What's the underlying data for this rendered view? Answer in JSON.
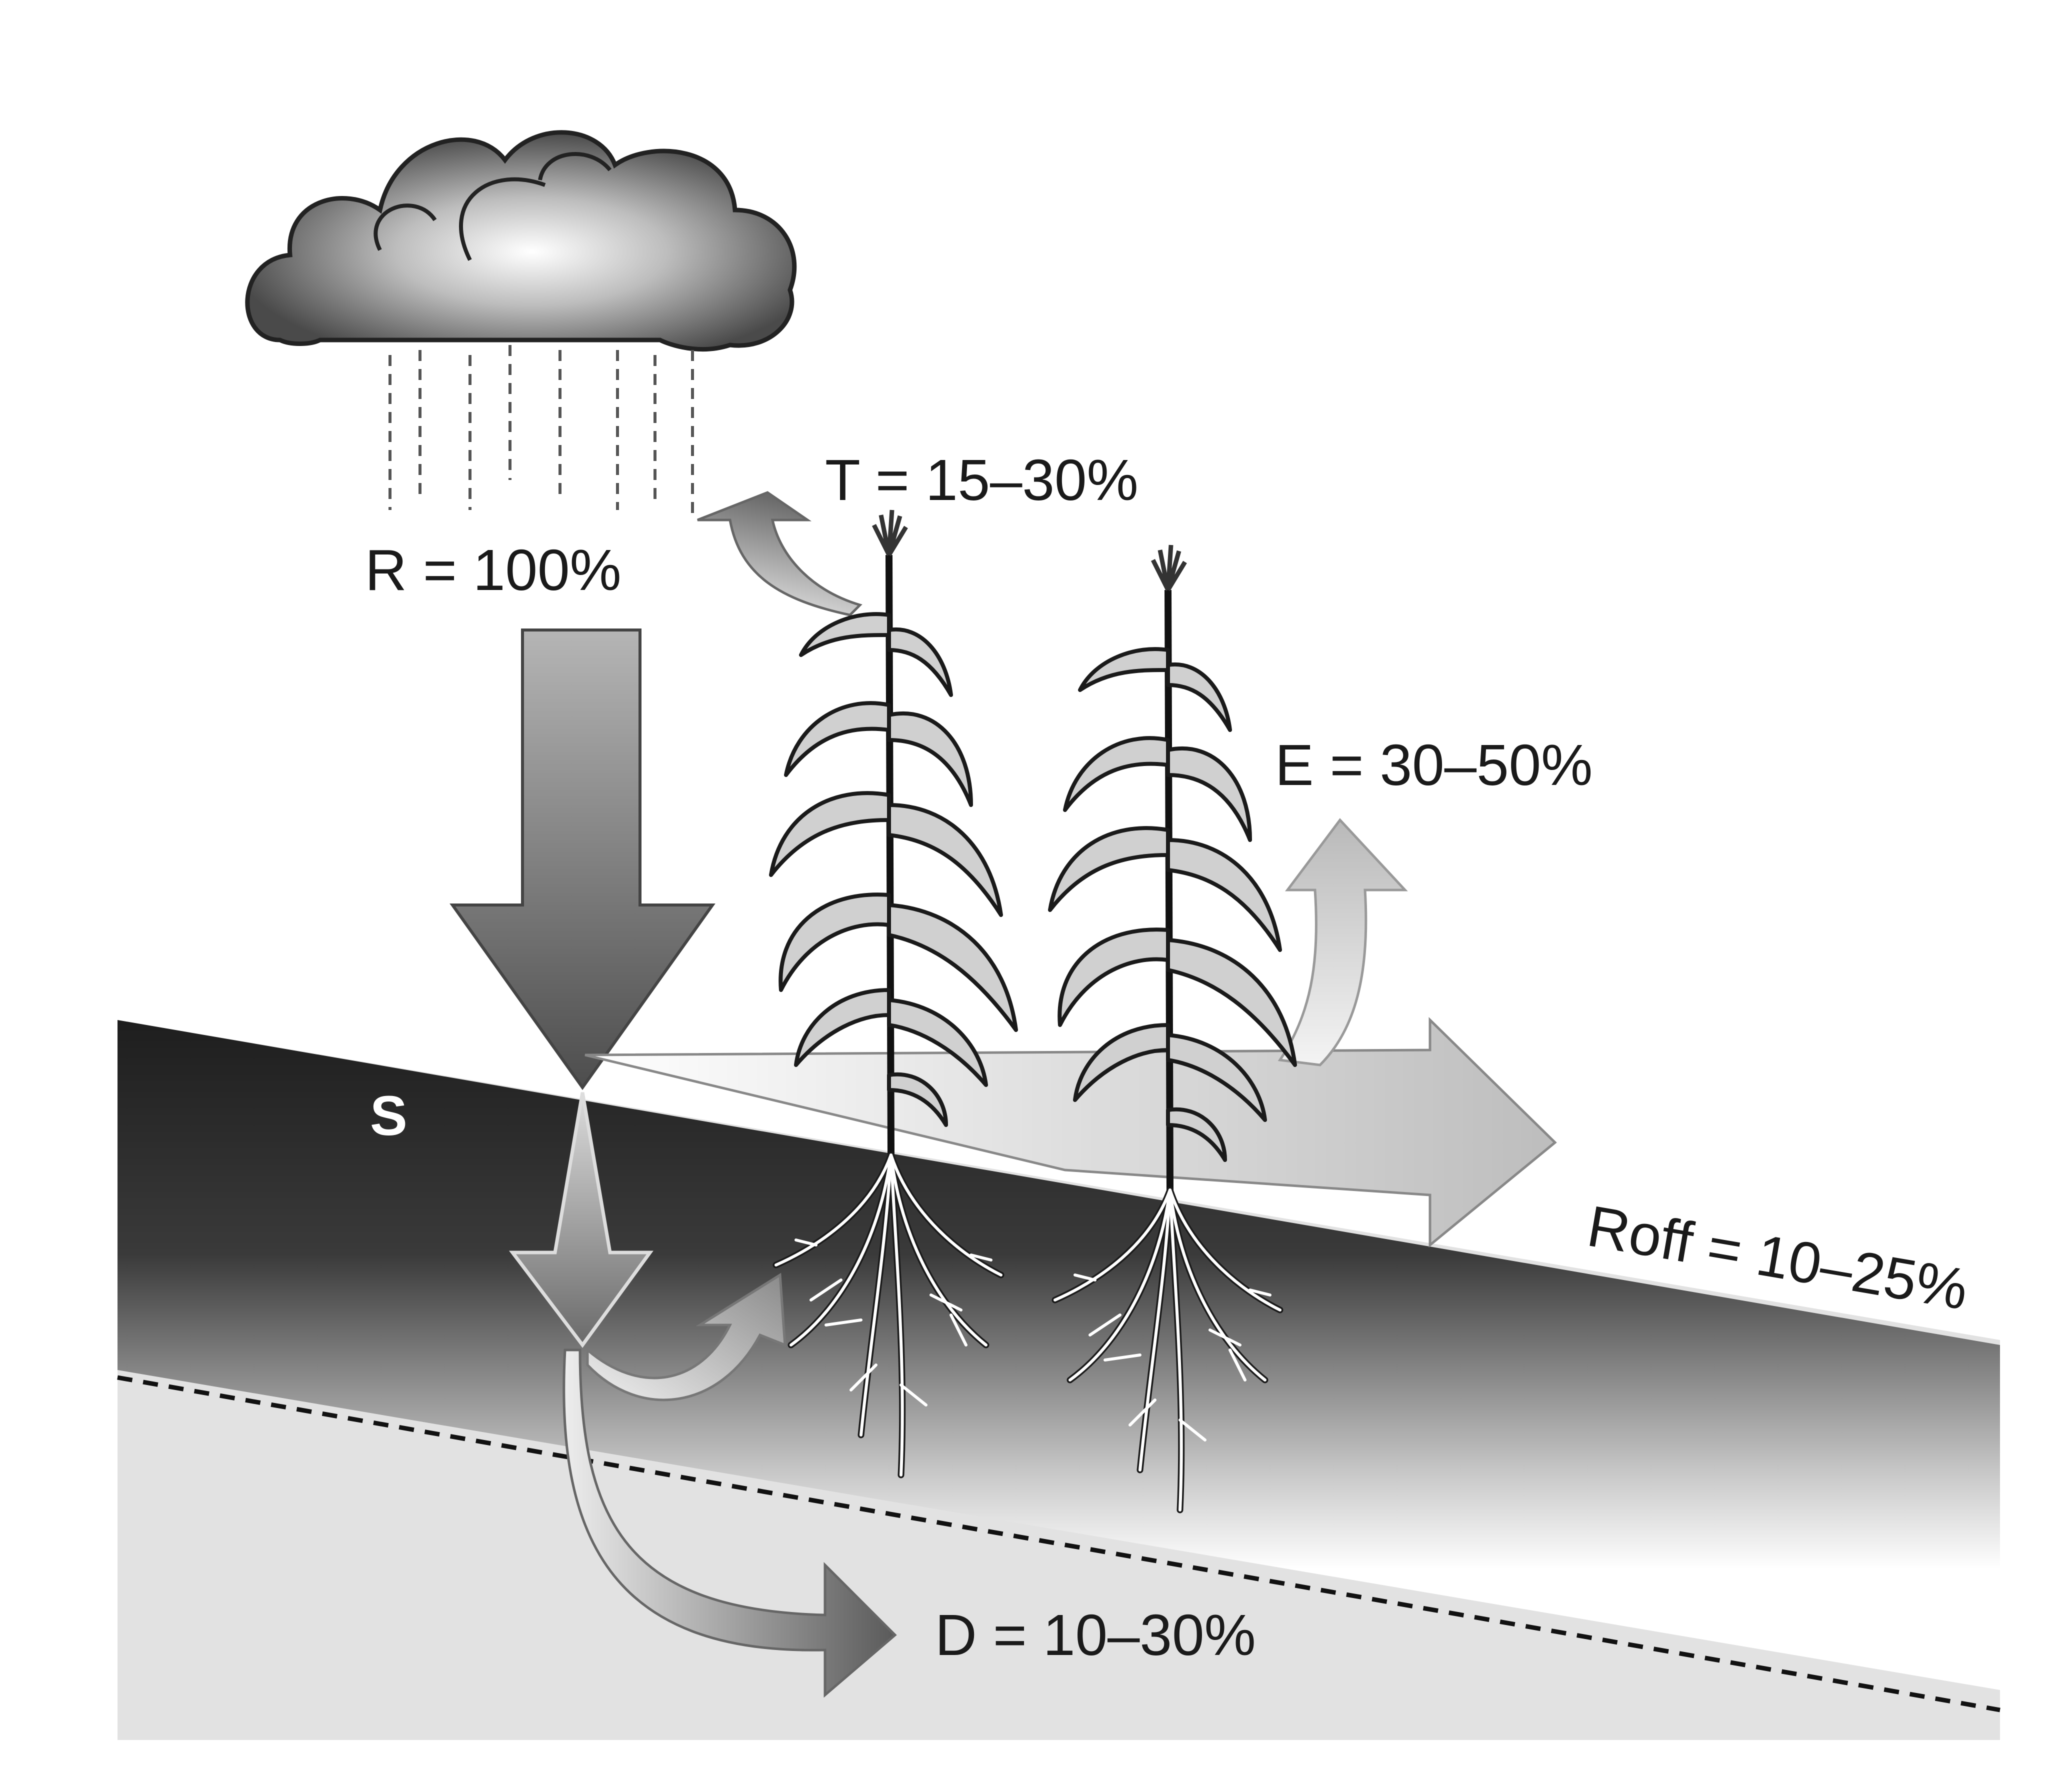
{
  "labels": {
    "rain": "R = 100%",
    "transpiration": "T = 15–30%",
    "evaporation": "E = 30–50%",
    "runoff": "Roff = 10–25%",
    "drainage": "D = 10–30%",
    "soil": "S"
  }
}
